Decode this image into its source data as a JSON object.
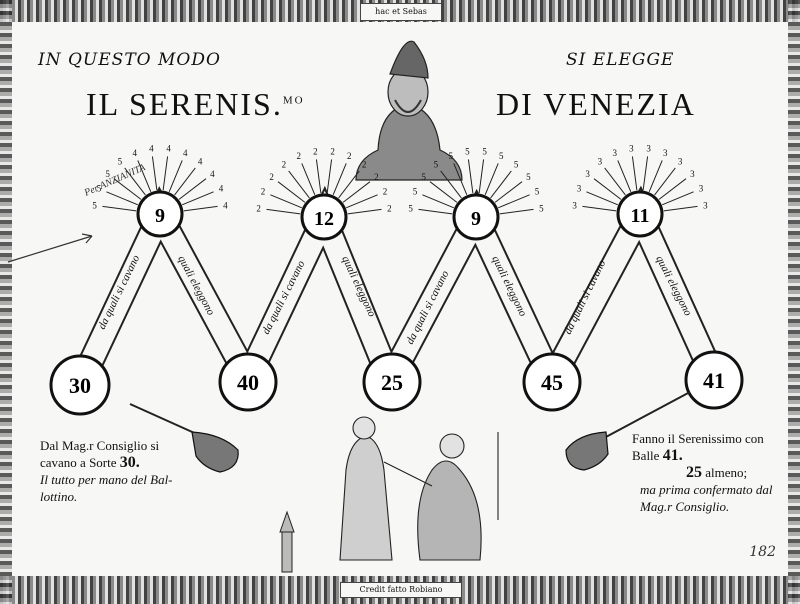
{
  "top_cartouche": "hac et Sebas",
  "header": {
    "left_small": "IN QUESTO MODO",
    "right_small": "SI ELEGGE",
    "left_big": "IL SERENIS.",
    "left_big_sup": "MO",
    "right_big": "DI VENEZIA"
  },
  "handwritten_note": "Per ANZIANITA",
  "nodes": {
    "bottom": [
      "30",
      "40",
      "25",
      "45",
      "41"
    ],
    "top": [
      "9",
      "12",
      "9",
      "11"
    ]
  },
  "bands": {
    "up": "da quali si cavano",
    "down": "quali eleggono"
  },
  "fans": [
    [
      "5",
      "5",
      "5",
      "5",
      "4",
      "4",
      "4",
      "4",
      "4",
      "4",
      "4",
      "4"
    ],
    [
      "2",
      "2",
      "2",
      "2",
      "2",
      "2",
      "2",
      "2",
      "2",
      "2",
      "2",
      "2"
    ],
    [
      "5",
      "5",
      "5",
      "5",
      "5",
      "5",
      "5",
      "5",
      "5",
      "5",
      "5",
      "5"
    ],
    [
      "3",
      "3",
      "3",
      "3",
      "3",
      "3",
      "3",
      "3",
      "3",
      "3",
      "3",
      "3"
    ]
  ],
  "left_note": {
    "line1": "Dal Mag.r Consiglio si",
    "line2a": "cavano a Sorte",
    "line2b": "30.",
    "line3": "Il tutto per mano del Bal-",
    "line4": "lottino."
  },
  "right_note": {
    "line1": "Fanno il Serenissimo con",
    "line2a": "Balle",
    "line2b": "41.",
    "line3a": "25",
    "line3b": "almeno;",
    "line4": "ma prima confermato dal",
    "line5": "Mag.r Consiglio."
  },
  "bottom_cartouche": "Credit fatto Robiano",
  "page_number": "182"
}
